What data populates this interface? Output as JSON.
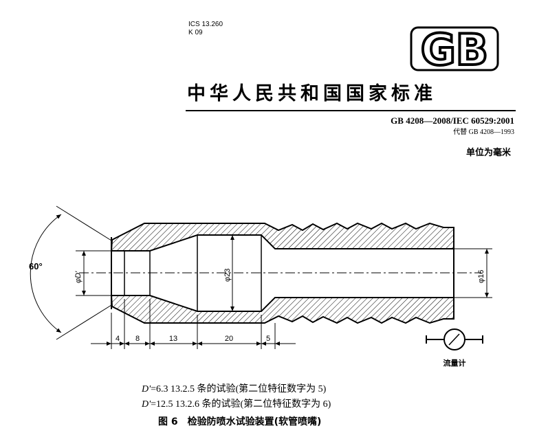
{
  "header": {
    "ics": "ICS 13.260",
    "ccs": "K 09",
    "logo_text": "GB",
    "title": "中华人民共和国国家标准",
    "standard_number": "GB 4208—2008/IEC 60529:2001",
    "replaces": "代替 GB 4208—1993",
    "unit_note": "单位为毫米"
  },
  "drawing": {
    "angle_label": "60°",
    "diameter_D_label": "φD'",
    "diameter_23_label": "φ23",
    "diameter_16_label": "φ16",
    "dimensions": [
      "4",
      "8",
      "13",
      "20",
      "5"
    ],
    "flowmeter_label": "流量计"
  },
  "notes": [
    {
      "symbol": "D'",
      "text": "=6.3 13.2.5 条的试验(第二位特征数字为 5)"
    },
    {
      "symbol": "D'",
      "text": "=12.5 13.2.6 条的试验(第二位特征数字为 6)"
    }
  ],
  "caption": {
    "number": "图 6",
    "title": "检验防喷水试验装置(软管喷嘴)"
  },
  "colors": {
    "ink": "#000000",
    "paper": "#ffffff"
  }
}
